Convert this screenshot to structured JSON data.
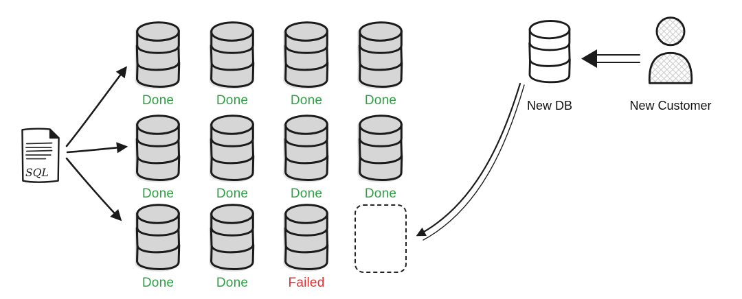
{
  "icons": {
    "sql_document": "sql-document-icon",
    "database": "database-icon",
    "new_customer": "person-icon",
    "pending_slot": "dashed-placeholder"
  },
  "sql_doc": {
    "label": "SQL"
  },
  "grid": {
    "statuses": [
      [
        "Done",
        "Done",
        "Done",
        "Done"
      ],
      [
        "Done",
        "Done",
        "Done",
        "Done"
      ],
      [
        "Done",
        "Done",
        "Failed"
      ]
    ]
  },
  "new_db": {
    "label": "New DB"
  },
  "new_customer": {
    "label": "New Customer"
  },
  "colors": {
    "done_green": "#2f9e44",
    "failed_red": "#e03131",
    "ink": "#1b1b1b",
    "db_gray": "#d6d6d6",
    "new_db_fill": "#ffffff"
  }
}
